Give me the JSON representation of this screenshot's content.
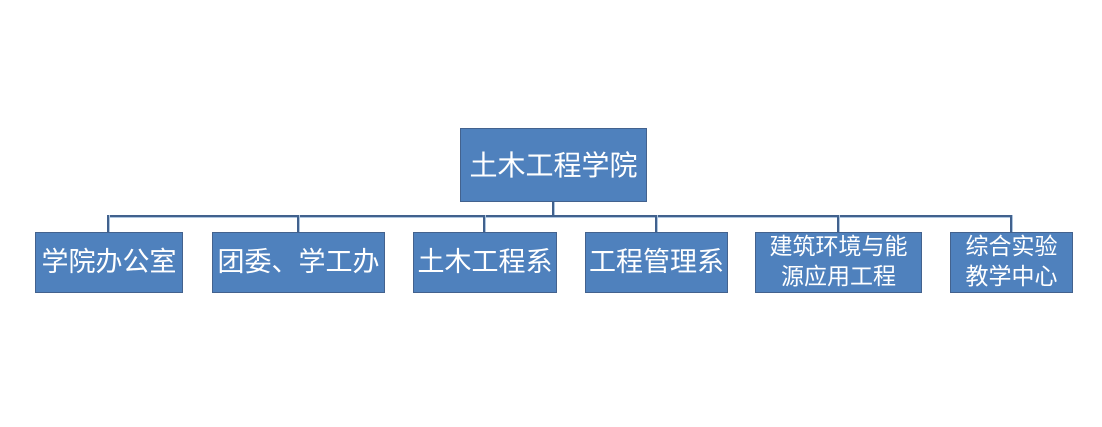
{
  "diagram": {
    "type": "organization-chart",
    "root": {
      "label": "土木工程学院"
    },
    "children": [
      {
        "label": "学院办公室"
      },
      {
        "label": "团委、学工办"
      },
      {
        "label": "土木工程系"
      },
      {
        "label": "工程管理系"
      },
      {
        "label": "建筑环境与能\n源应用工程"
      },
      {
        "label": "综合实验\n教学中心"
      }
    ],
    "colors": {
      "node_fill": "#4f81bd",
      "node_text": "#ffffff",
      "connector": "#41618d",
      "connector_highlight": "#aec6e0",
      "background": "#ffffff"
    }
  }
}
